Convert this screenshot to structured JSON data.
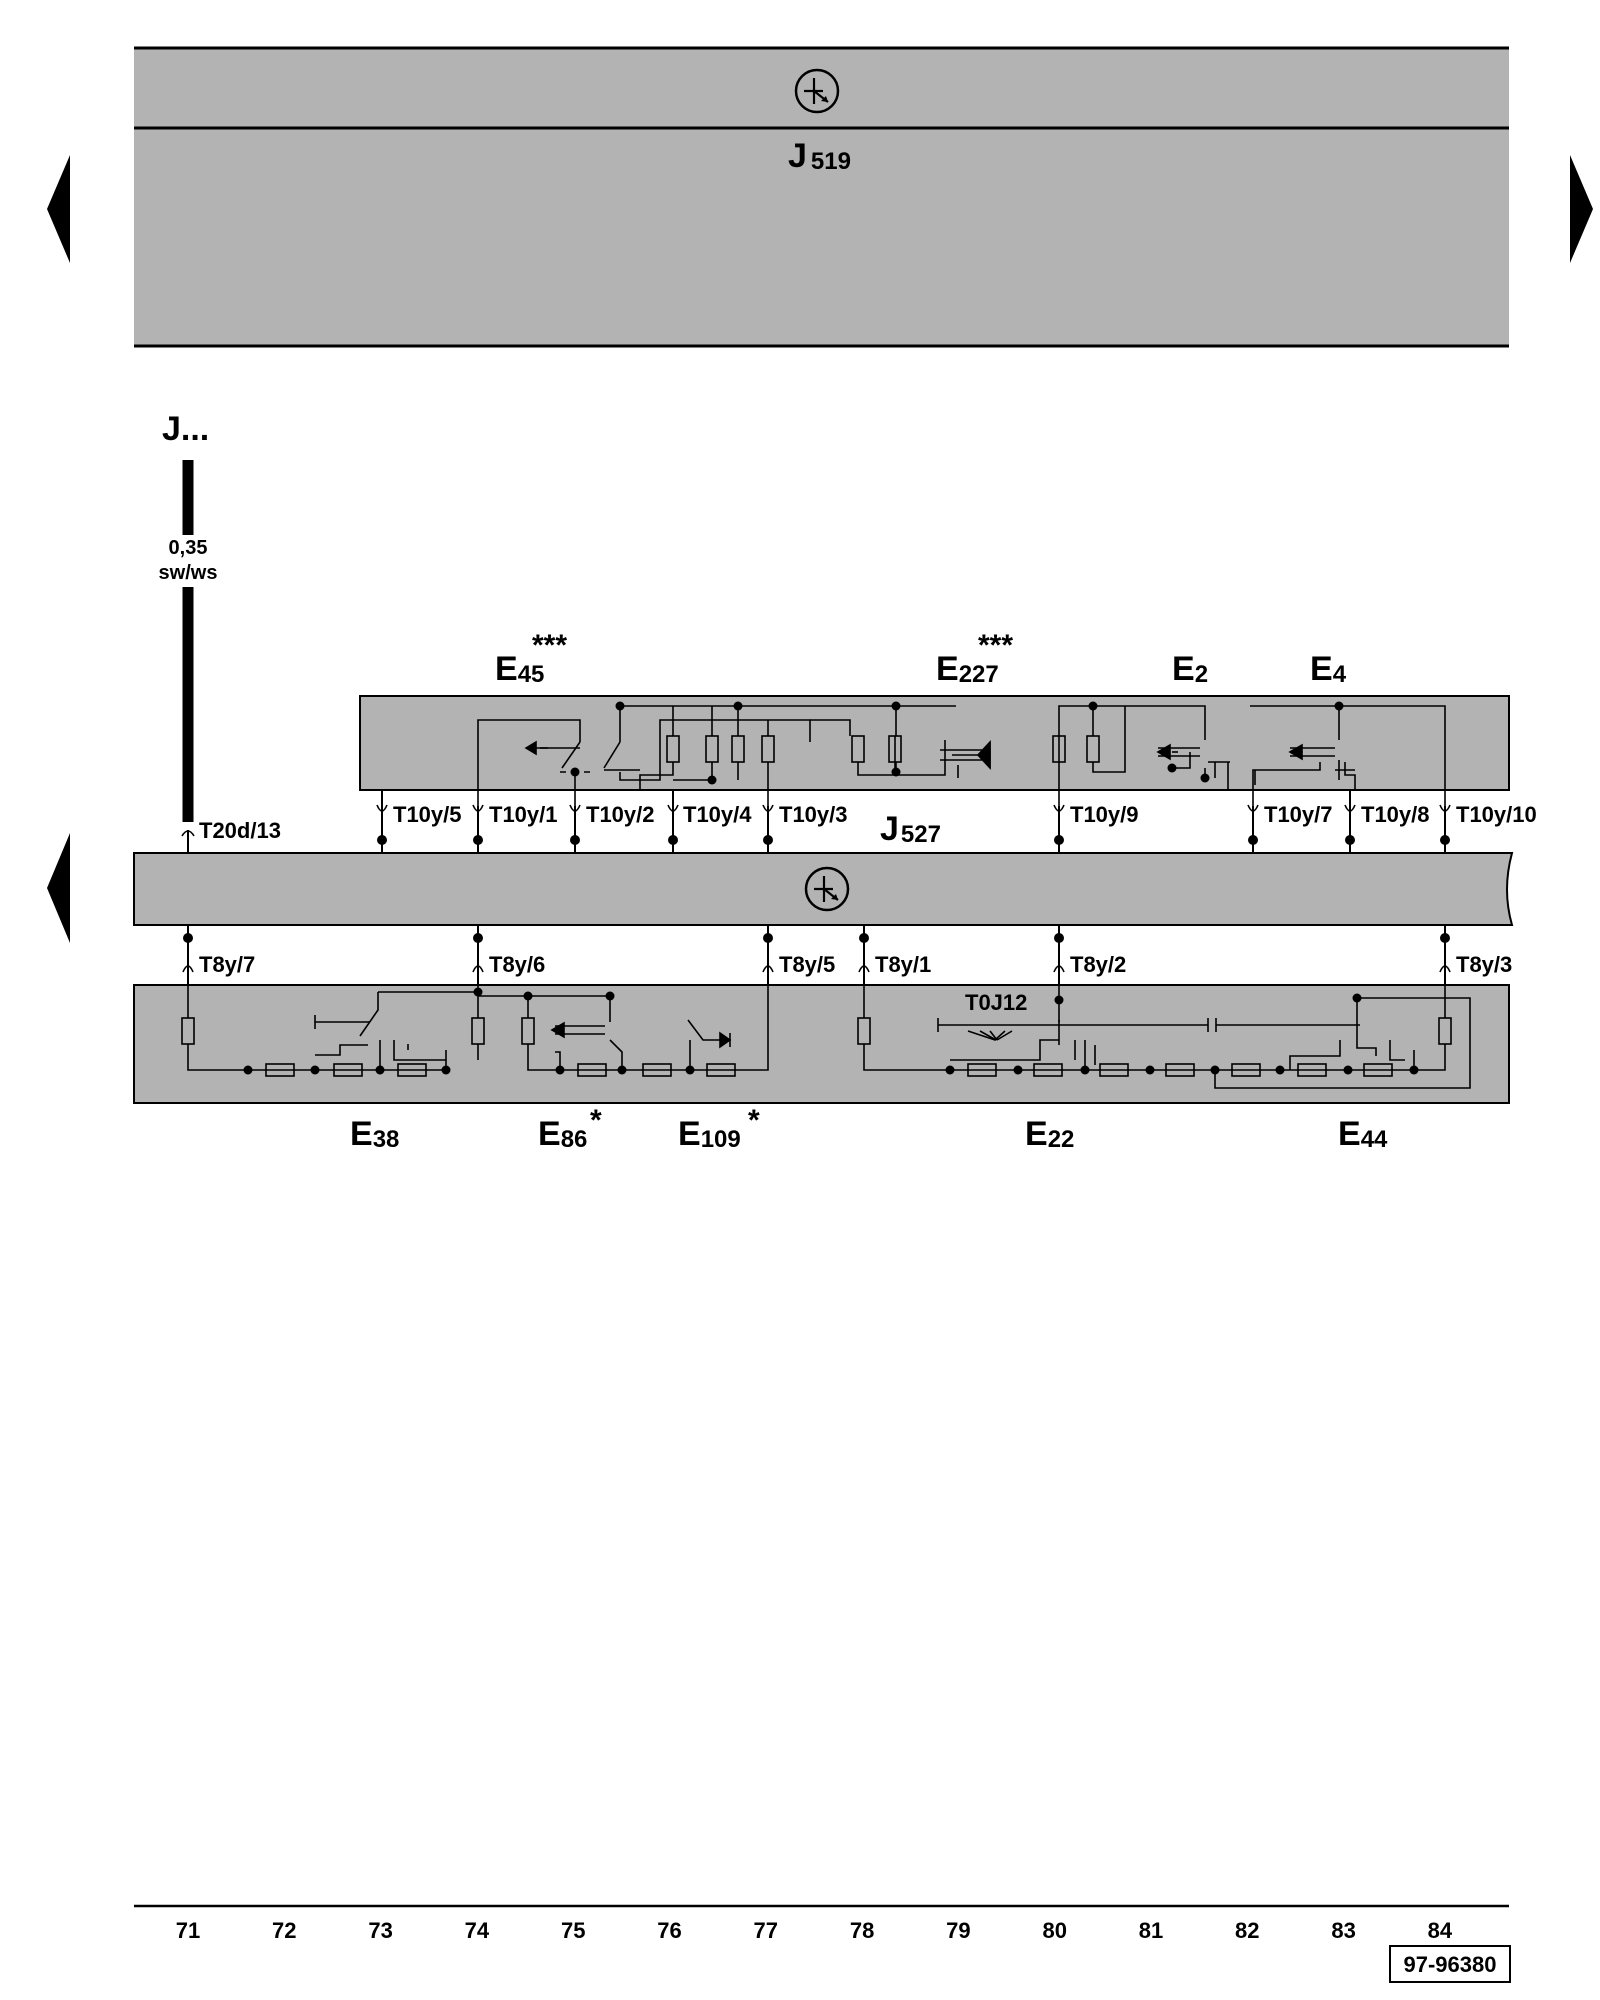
{
  "modules": {
    "top": {
      "code": "J",
      "sub": "519"
    },
    "mid": {
      "code": "J",
      "sub": "527"
    },
    "external": {
      "label": "J..."
    }
  },
  "wire": {
    "gauge": "0,35",
    "color": "sw/ws",
    "connector": "T20d/13"
  },
  "switches_upper": [
    {
      "code": "E",
      "sub": "45",
      "mark": "***"
    },
    {
      "code": "E",
      "sub": "227",
      "mark": "***"
    },
    {
      "code": "E",
      "sub": "2",
      "mark": ""
    },
    {
      "code": "E",
      "sub": "4",
      "mark": ""
    }
  ],
  "switches_lower": [
    {
      "code": "E",
      "sub": "38",
      "mark": ""
    },
    {
      "code": "E",
      "sub": "86",
      "mark": "*"
    },
    {
      "code": "E",
      "sub": "109",
      "mark": "*"
    },
    {
      "code": "E",
      "sub": "22",
      "mark": ""
    },
    {
      "code": "E",
      "sub": "44",
      "mark": ""
    }
  ],
  "connectors_upper": [
    "T10y/5",
    "T10y/1",
    "T10y/2",
    "T10y/4",
    "T10y/3",
    "T10y/9",
    "T10y/7",
    "T10y/8",
    "T10y/10"
  ],
  "connectors_lower": [
    "T8y/7",
    "T8y/6",
    "T8y/5",
    "T8y/1",
    "T8y/2",
    "T8y/3"
  ],
  "internal_label": "T0J12",
  "columns": [
    "71",
    "72",
    "73",
    "74",
    "75",
    "76",
    "77",
    "78",
    "79",
    "80",
    "81",
    "82",
    "83",
    "84"
  ],
  "doc_number": "97-96380",
  "icons": [
    "control-unit-symbol-icon",
    "page-nav-arrow-icon"
  ]
}
